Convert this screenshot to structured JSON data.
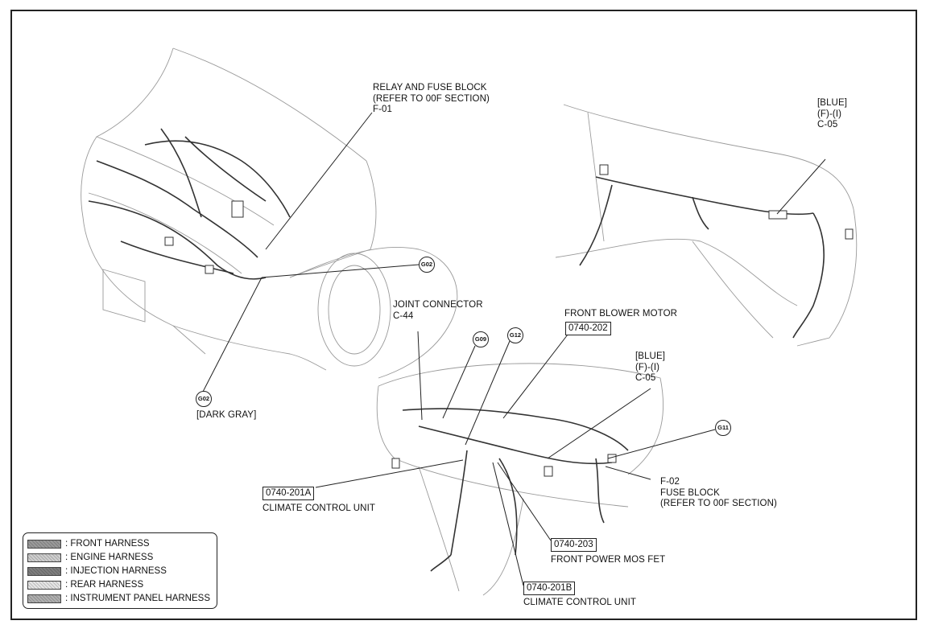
{
  "labels": {
    "relay_fuse": {
      "l1": "RELAY AND FUSE BLOCK",
      "l2": "(REFER TO 00F SECTION)",
      "l3": "F-01"
    },
    "blue_top": {
      "l1": "[BLUE]",
      "l2": "(F)-(I)",
      "l3": "C-05"
    },
    "joint": {
      "l1": "JOINT CONNECTOR",
      "l2": "C-44"
    },
    "front_blower": {
      "l1": "FRONT BLOWER MOTOR",
      "code": "0740-202"
    },
    "blue_mid": {
      "l1": "[BLUE]",
      "l2": "(F)-(I)",
      "l3": "C-05"
    },
    "dark_gray": "[DARK GRAY]",
    "ccu_a": {
      "code": "0740-201A",
      "name": "CLIMATE CONTROL UNIT"
    },
    "fuse_block": {
      "l1": "F-02",
      "l2": "FUSE BLOCK",
      "l3": "(REFER TO 00F SECTION)"
    },
    "mosfet": {
      "code": "0740-203",
      "name": "FRONT POWER MOS FET"
    },
    "ccu_b": {
      "code": "0740-201B",
      "name": "CLIMATE CONTROL UNIT"
    }
  },
  "grounds": {
    "g02_upper": "G02",
    "g02_lower": "G02",
    "g09": "G09",
    "g12": "G12",
    "g11": "G11"
  },
  "legend": [
    {
      "label": ": FRONT HARNESS",
      "color": "#9a9a9a"
    },
    {
      "label": ": ENGINE HARNESS",
      "color": "#cfcfcf"
    },
    {
      "label": ": INJECTION HARNESS",
      "color": "#7f7f7f"
    },
    {
      "label": ": REAR HARNESS",
      "color": "#e6e6e6"
    },
    {
      "label": ": INSTRUMENT PANEL HARNESS",
      "color": "#b0b0b0"
    }
  ]
}
